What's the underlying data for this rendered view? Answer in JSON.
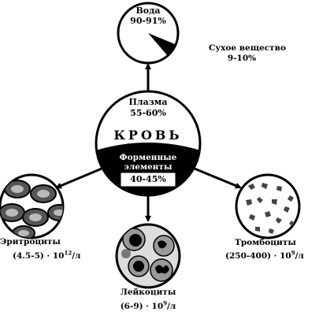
{
  "water": {
    "title": "Вода",
    "value": "90-91%"
  },
  "dry": {
    "title": "Сухое вещество",
    "value": "9-10%"
  },
  "plasma": {
    "title": "Плазма",
    "value": "55-60%"
  },
  "blood": {
    "title": "КРОВЬ"
  },
  "formed": {
    "title_line1": "Форменные",
    "title_line2": "элементы",
    "value": "40-45%"
  },
  "erythrocytes": {
    "name": "Эритроциты",
    "count": "(4.5-5) · 10",
    "exp": "12",
    "unit": "/л"
  },
  "leukocytes": {
    "name": "Лейкоциты",
    "count": "(6-9) · 10",
    "exp": "9",
    "unit": "/л"
  },
  "thrombocytes": {
    "name": "Тромбоциты",
    "count": "(250-400) · 10",
    "exp": "9",
    "unit": "/л"
  }
}
